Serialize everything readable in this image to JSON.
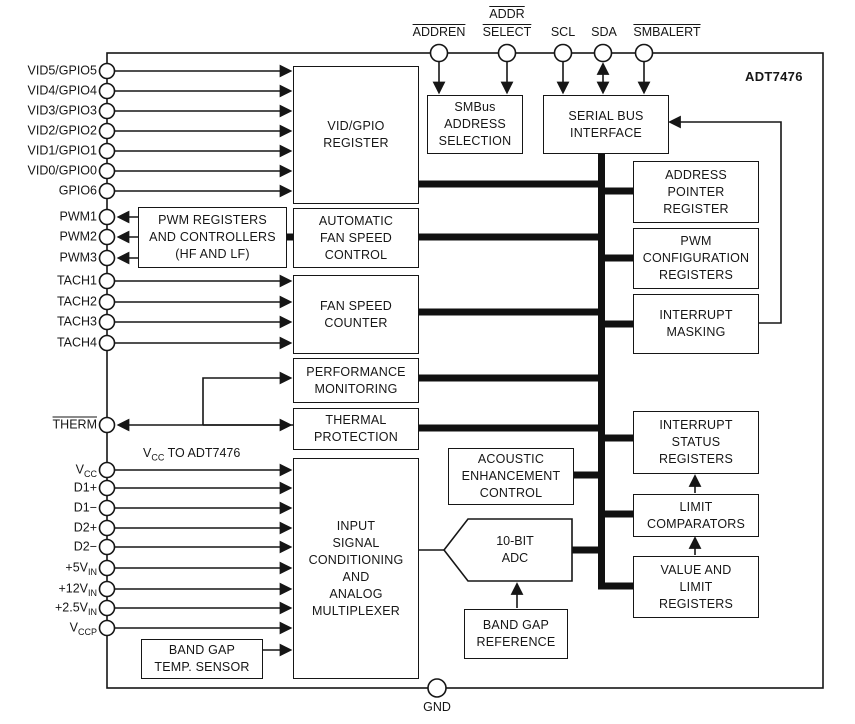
{
  "diagram": {
    "chip": "ADT7476",
    "gnd": "GND",
    "ink": "#161616",
    "vcc_note": {
      "base": "V",
      "sub": "CC",
      "rest": " TO ADT7476"
    },
    "top_pins": [
      {
        "label": "ADDREN",
        "overbar": true
      },
      {
        "line1": "ADDR",
        "line2": "SELECT",
        "overbar": true
      },
      {
        "label": "SCL",
        "overbar": false
      },
      {
        "label": "SDA",
        "overbar": false
      },
      {
        "label": "SMBALERT",
        "overbar": true
      }
    ],
    "left_pins": [
      "VID5/GPIO5",
      "VID4/GPIO4",
      "VID3/GPIO3",
      "VID2/GPIO2",
      "VID1/GPIO1",
      "VID0/GPIO0",
      "GPIO6",
      "PWM1",
      "PWM2",
      "PWM3",
      "TACH1",
      "TACH2",
      "TACH3",
      "TACH4",
      "THERM",
      {
        "base": "V",
        "sub": "CC"
      },
      "D1+",
      "D1−",
      "D2+",
      "D2−",
      {
        "base": "+5V",
        "sub": "IN"
      },
      {
        "base": "+12V",
        "sub": "IN"
      },
      {
        "base": "+2.5V",
        "sub": "IN"
      },
      {
        "base": "V",
        "sub": "CCP"
      }
    ],
    "blocks": {
      "vid_gpio": "VID/GPIO\nREGISTER",
      "smbus": "SMBus\nADDRESS\nSELECTION",
      "serial_bus": "SERIAL BUS\nINTERFACE",
      "pwm_regs": "PWM REGISTERS\nAND CONTROLLERS\n(HF AND LF)",
      "afsc": "AUTOMATIC\nFAN SPEED\nCONTROL",
      "fan_counter": "FAN SPEED\nCOUNTER",
      "perf_mon": "PERFORMANCE\nMONITORING",
      "thermal": "THERMAL\nPROTECTION",
      "input_cond": "INPUT\nSIGNAL\nCONDITIONING\nAND\nANALOG\nMULTIPLEXER",
      "acoustic": "ACOUSTIC\nENHANCEMENT\nCONTROL",
      "adc": "10-BIT\nADC",
      "bg_ref": "BAND GAP\nREFERENCE",
      "bg_temp": "BAND GAP\nTEMP. SENSOR",
      "addr_ptr": "ADDRESS\nPOINTER\nREGISTER",
      "pwm_cfg": "PWM\nCONFIGURATION\nREGISTERS",
      "int_mask": "INTERRUPT\nMASKING",
      "int_status": "INTERRUPT\nSTATUS\nREGISTERS",
      "limit_cmp": "LIMIT\nCOMPARATORS",
      "value_limit": "VALUE AND\nLIMIT\nREGISTERS"
    }
  }
}
